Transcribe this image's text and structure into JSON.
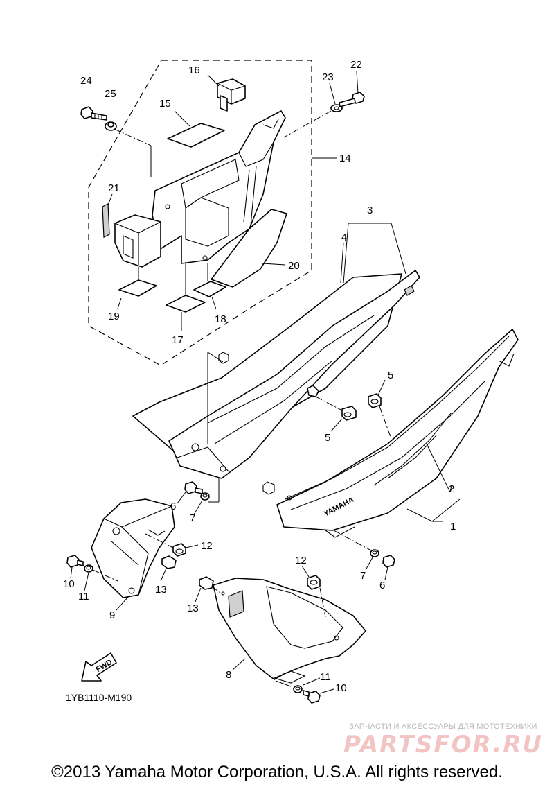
{
  "diagram": {
    "part_code": "1YB1110-M190",
    "fwd_label": "FWD",
    "callouts": [
      {
        "id": "c24",
        "text": "24"
      },
      {
        "id": "c25",
        "text": "25"
      },
      {
        "id": "c16",
        "text": "16"
      },
      {
        "id": "c23",
        "text": "23"
      },
      {
        "id": "c22",
        "text": "22"
      },
      {
        "id": "c15",
        "text": "15"
      },
      {
        "id": "c14",
        "text": "14"
      },
      {
        "id": "c21",
        "text": "21"
      },
      {
        "id": "c20",
        "text": "20"
      },
      {
        "id": "c19",
        "text": "19"
      },
      {
        "id": "c18",
        "text": "18"
      },
      {
        "id": "c17",
        "text": "17"
      },
      {
        "id": "c3",
        "text": "3"
      },
      {
        "id": "c4",
        "text": "4"
      },
      {
        "id": "c5a",
        "text": "5"
      },
      {
        "id": "c5b",
        "text": "5"
      },
      {
        "id": "c2",
        "text": "2"
      },
      {
        "id": "c1",
        "text": "1"
      },
      {
        "id": "c6a",
        "text": "6"
      },
      {
        "id": "c7a",
        "text": "7"
      },
      {
        "id": "c12a",
        "text": "12"
      },
      {
        "id": "c10a",
        "text": "10"
      },
      {
        "id": "c11a",
        "text": "11"
      },
      {
        "id": "c13a",
        "text": "13"
      },
      {
        "id": "c9",
        "text": "9"
      },
      {
        "id": "c7b",
        "text": "7"
      },
      {
        "id": "c6b",
        "text": "6"
      },
      {
        "id": "c12b",
        "text": "12"
      },
      {
        "id": "c13b",
        "text": "13"
      },
      {
        "id": "c8",
        "text": "8"
      },
      {
        "id": "c11b",
        "text": "11"
      },
      {
        "id": "c10b",
        "text": "10"
      }
    ]
  },
  "watermark": {
    "tagline": "ЗАПЧАСТИ И АКСЕССУАРЫ ДЛЯ МОТОТЕХНИКИ",
    "brand": "PARTSFOR.RU"
  },
  "footer": {
    "copyright": "©2013 Yamaha Motor Corporation, U.S.A. All rights reserved."
  },
  "colors": {
    "watermark_brand": "#f2c4c4",
    "watermark_tag": "#b8b8b8"
  }
}
